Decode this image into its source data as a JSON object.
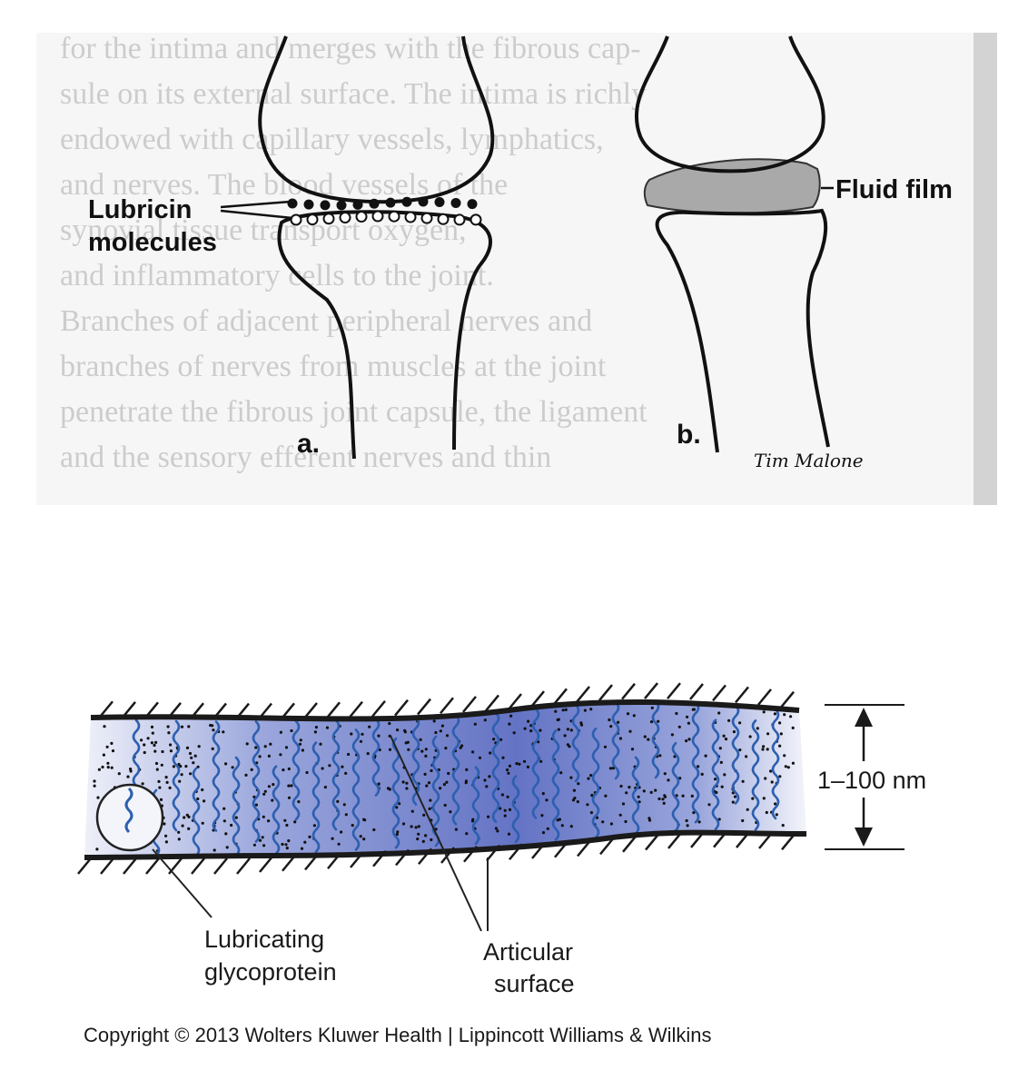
{
  "figure_a": {
    "labels": {
      "panel": "a.",
      "lubricin_line1": "Lubricin",
      "lubricin_line2": "molecules"
    }
  },
  "figure_b": {
    "labels": {
      "panel": "b.",
      "fluid_film": "Fluid film"
    },
    "signature": "Tim Malone"
  },
  "background_page": {
    "lines": [
      "for the intima and merges with the fibrous cap-",
      "sule on its external surface. The intima is richly",
      "endowed with capillary vessels, lymphatics,",
      "and nerves. The blood vessels of the",
      "synovial tissue transport oxygen,",
      "and inflammatory cells to the joint.",
      "Branches of adjacent peripheral nerves and",
      "branches of nerves from muscles at the joint",
      "penetrate the fibrous joint capsule, the ligament",
      "and the sensory efferent nerves and thin"
    ]
  },
  "figure_c": {
    "labels": {
      "lubricating_line1": "Lubricating",
      "lubricating_line2": "glycoprotein",
      "articular_line1": "Articular",
      "articular_line2": "surface",
      "gap": "1–100 nm"
    },
    "colors": {
      "fluid": "#6f7fcc",
      "fluid_light": "#e8ebf7",
      "glycoprotein": "#2d5fb0"
    }
  },
  "copyright": "Copyright © 2013 Wolters Kluwer Health | Lippincott Williams & Wilkins"
}
